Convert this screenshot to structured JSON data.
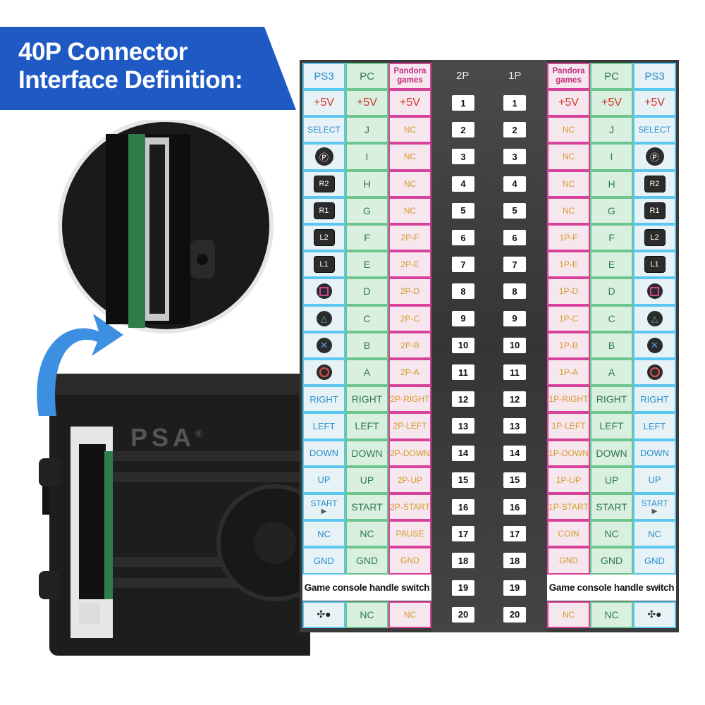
{
  "banner": {
    "line1": "40P Connector",
    "line2": "Interface Definition:",
    "color": "#1f5ac4"
  },
  "photo": {
    "brand": "PSA",
    "registered": "®"
  },
  "table": {
    "left_headers": {
      "ps3": "PS3",
      "pc": "PC",
      "pandora": "Pandora games"
    },
    "right_headers": {
      "pandora": "Pandora games",
      "pc": "PC",
      "ps3": "PS3"
    },
    "mid_headers": {
      "p2": "2P",
      "p1": "1P"
    },
    "switch_label": "Game console handle switch",
    "rows": [
      {
        "ps3": "+5V",
        "ps3_icon": "",
        "pc": "+5V",
        "p2": "+5V",
        "pin": "1",
        "p1": "+5V"
      },
      {
        "ps3": "SELECT",
        "ps3_icon": "",
        "pc": "J",
        "p2": "NC",
        "pin": "2",
        "p1": "NC"
      },
      {
        "ps3": "",
        "ps3_icon": "ps-logo-icon",
        "pc": "I",
        "p2": "NC",
        "pin": "3",
        "p1": "NC"
      },
      {
        "ps3": "R2",
        "ps3_icon": "button-box",
        "pc": "H",
        "p2": "NC",
        "pin": "4",
        "p1": "NC"
      },
      {
        "ps3": "R1",
        "ps3_icon": "button-box",
        "pc": "G",
        "p2": "NC",
        "pin": "5",
        "p1": "NC"
      },
      {
        "ps3": "L2",
        "ps3_icon": "button-box",
        "pc": "F",
        "p2": "2P-F",
        "pin": "6",
        "p1": "1P-F"
      },
      {
        "ps3": "L1",
        "ps3_icon": "button-box",
        "pc": "E",
        "p2": "2P-E",
        "pin": "7",
        "p1": "1P-E"
      },
      {
        "ps3": "",
        "ps3_icon": "square-button-icon",
        "pc": "D",
        "p2": "2P-D",
        "pin": "8",
        "p1": "1P-D"
      },
      {
        "ps3": "",
        "ps3_icon": "triangle-button-icon",
        "pc": "C",
        "p2": "2P-C",
        "pin": "9",
        "p1": "1P-C"
      },
      {
        "ps3": "",
        "ps3_icon": "cross-button-icon",
        "pc": "B",
        "p2": "2P-B",
        "pin": "10",
        "p1": "1P-B"
      },
      {
        "ps3": "",
        "ps3_icon": "circle-button-icon",
        "pc": "A",
        "p2": "2P-A",
        "pin": "11",
        "p1": "1P-A"
      },
      {
        "ps3": "RIGHT",
        "ps3_icon": "",
        "pc": "RIGHT",
        "p2": "2P-RIGHT",
        "pin": "12",
        "p1": "1P-RIGHT"
      },
      {
        "ps3": "LEFT",
        "ps3_icon": "",
        "pc": "LEFT",
        "p2": "2P-LEFT",
        "pin": "13",
        "p1": "1P-LEFT"
      },
      {
        "ps3": "DOWN",
        "ps3_icon": "",
        "pc": "DOWN",
        "p2": "2P-DOWN",
        "pin": "14",
        "p1": "1P-DOWN"
      },
      {
        "ps3": "UP",
        "ps3_icon": "",
        "pc": "UP",
        "p2": "2P-UP",
        "pin": "15",
        "p1": "1P-UP"
      },
      {
        "ps3": "START",
        "ps3_icon": "start-arrow-icon",
        "pc": "START",
        "p2": "2P-START",
        "pin": "16",
        "p1": "1P-START"
      },
      {
        "ps3": "NC",
        "ps3_icon": "",
        "pc": "NC",
        "p2": "PAUSE",
        "pin": "17",
        "p1": "COIN"
      },
      {
        "ps3": "GND",
        "ps3_icon": "",
        "pc": "GND",
        "p2": "GND",
        "pin": "18",
        "p1": "GND"
      },
      {
        "ps3": "",
        "ps3_icon": "switch-row",
        "pc": "",
        "p2": "",
        "pin": "19",
        "p1": ""
      },
      {
        "ps3": "",
        "ps3_icon": "dpad-l-icon",
        "pc": "NC",
        "p2": "NC",
        "pin": "20",
        "p1": "NC"
      }
    ]
  },
  "colors": {
    "ps3_fill": "#e7f2f7",
    "ps3_border": "#5bc6ee",
    "pc_fill": "#d9efdf",
    "pc_border": "#6cc48e",
    "pandora_fill": "#f6e6ee",
    "pandora_border": "#d6429a",
    "power_text": "#d2352b"
  }
}
